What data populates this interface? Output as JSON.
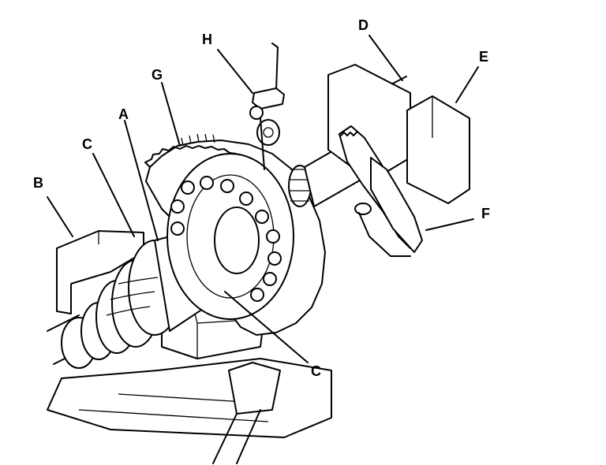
{
  "figure": {
    "labels": {
      "A": "A",
      "B": "B",
      "C_upper": "C",
      "C_lower": "C",
      "D": "D",
      "E": "E",
      "F": "F",
      "G": "G",
      "H": "H"
    },
    "colors": {
      "line": "#000000",
      "background": "#ffffff"
    }
  }
}
